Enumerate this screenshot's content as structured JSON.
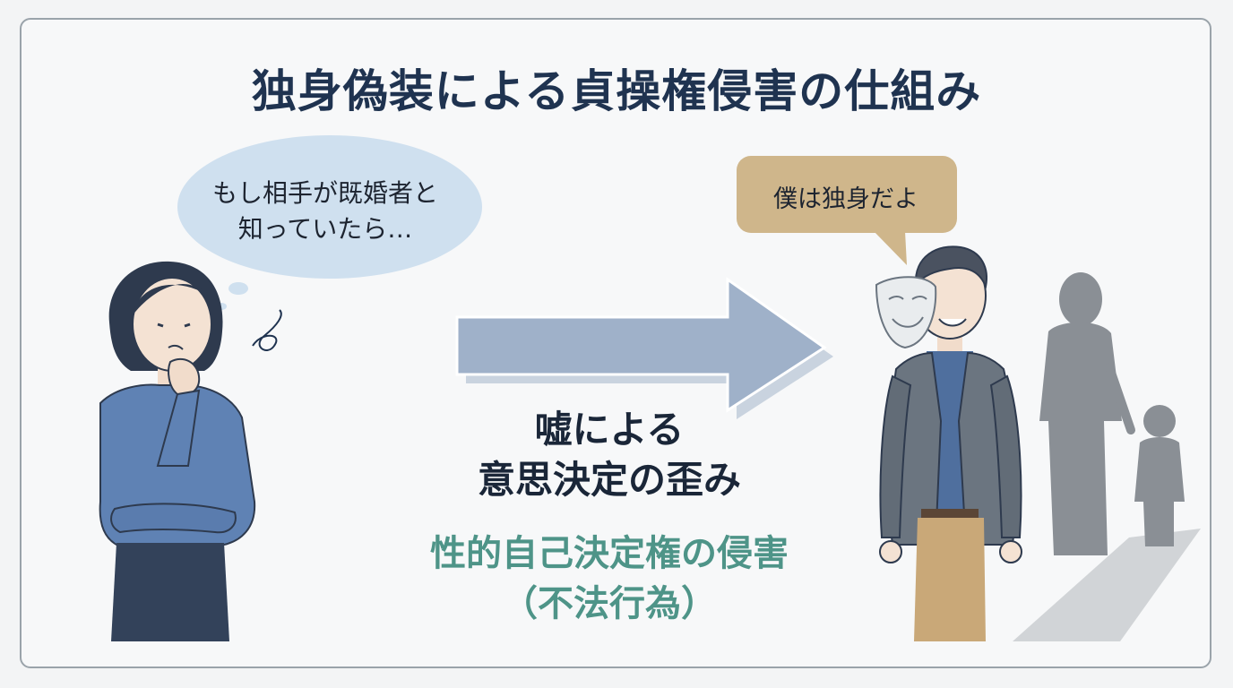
{
  "title": "独身偽装による貞操権侵害の仕組み",
  "woman_thought": {
    "line1": "もし相手が既婚者と",
    "line2": "知っていたら…"
  },
  "man_speech": "僕は独身だよ",
  "cause": {
    "line1": "嘘による",
    "line2": "意思決定の歪み"
  },
  "result": {
    "line1": "性的自己決定権の侵害",
    "line2": "（不法行為）"
  },
  "colors": {
    "title": "#1f3350",
    "thought_bubble": "#cfe0ef",
    "speech_bubble": "#cfb68b",
    "arrow": "#9fb1c9",
    "result_text": "#4e9488",
    "woman_sweater": "#5f82b4",
    "man_jacket": "#6b7580",
    "man_pants": "#c9a878",
    "shadow": "#8a8f95"
  }
}
